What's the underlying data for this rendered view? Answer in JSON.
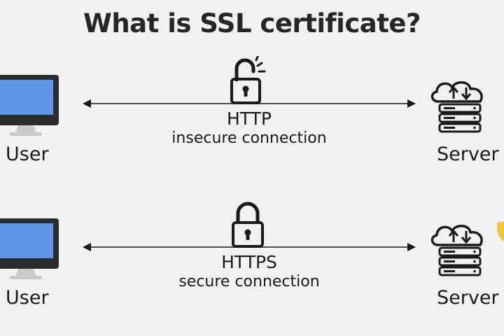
{
  "title": "What is SSL certificate?",
  "colors": {
    "screen": "#5e97e6",
    "monitor_frame": "#2b2b2b",
    "stand": "#c9c9c9",
    "background": "#f1f1f1",
    "shield": "#f5c431"
  },
  "rows": [
    {
      "protocol": "HTTP",
      "description": "insecure connection",
      "left_label": "User",
      "right_label": "Server",
      "lock_icon": "unlocked-padlock-icon"
    },
    {
      "protocol": "HTTPS",
      "description": "secure connection",
      "left_label": "User",
      "right_label": "Server",
      "lock_icon": "locked-padlock-icon"
    }
  ]
}
